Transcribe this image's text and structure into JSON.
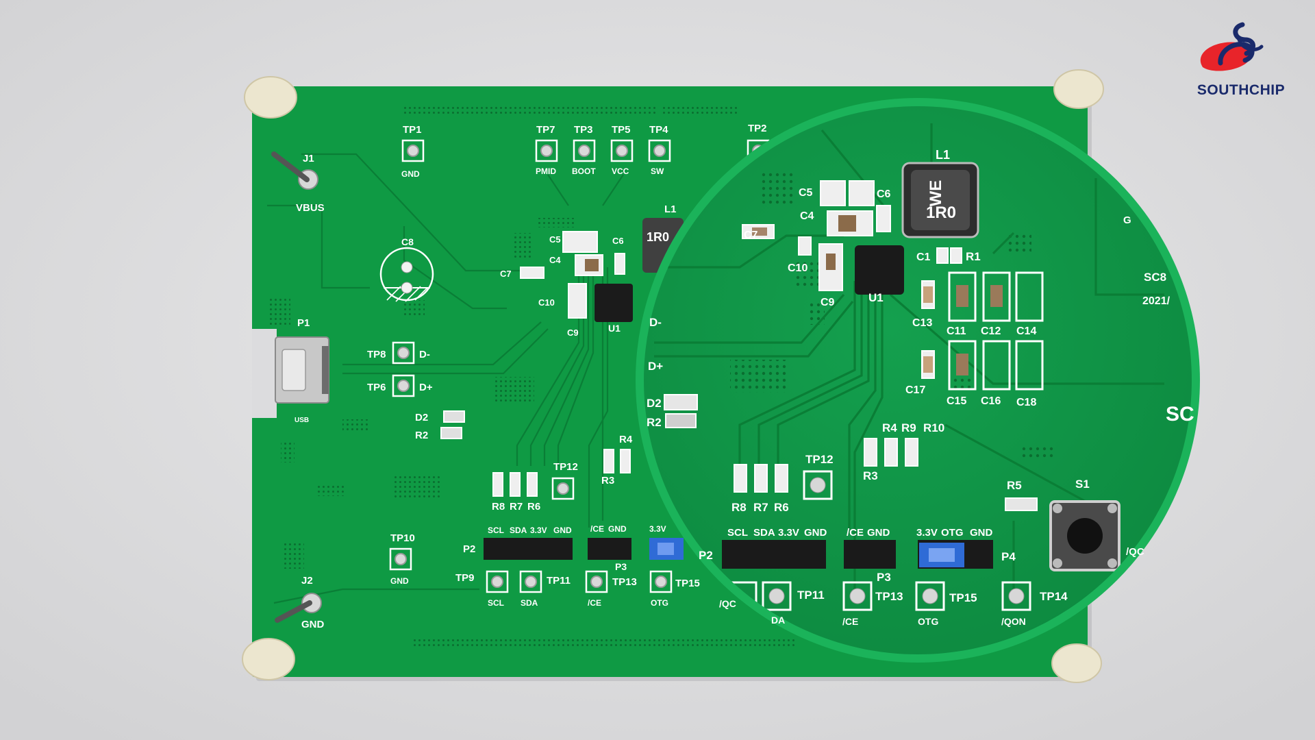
{
  "brand": {
    "name": "SOUTHCHIP",
    "color_red": "#e8242a",
    "color_blue": "#1a2a6b"
  },
  "colors": {
    "pcb": "#0f9a44",
    "pcb_dark": "#0b7d36",
    "lens": "#149a4c",
    "lens_ring": "#1bb35a",
    "backdrop": "#dcdcde"
  },
  "board": {
    "j1": "J1",
    "vbus": "VBUS",
    "j2": "J2",
    "gnd": "GND",
    "p1": "P1",
    "usb": "USB",
    "c8": "C8",
    "tp1": "TP1",
    "tp1_sub": "GND",
    "tp7": "TP7",
    "tp7_sub": "PMID",
    "tp3": "TP3",
    "tp3_sub": "BOOT",
    "tp5": "TP5",
    "tp5_sub": "VCC",
    "tp4": "TP4",
    "tp4_sub": "SW",
    "tp2": "TP2",
    "l1": "L1",
    "l1_mark": "1R0",
    "c5": "C5",
    "c6": "C6",
    "c4": "C4",
    "c7": "C7",
    "c10": "C10",
    "c9": "C9",
    "u1": "U1",
    "tp8": "TP8",
    "dminus": "D-",
    "tp6": "TP6",
    "dplus": "D+",
    "d2": "D2",
    "r2": "R2",
    "r8": "R8",
    "r7": "R7",
    "r6": "R6",
    "r4": "R4",
    "r3": "R3",
    "tp12": "TP12",
    "tp10": "TP10",
    "tp10_sub": "GND",
    "hdr_scl": "SCL",
    "hdr_sda": "SDA",
    "hdr_33": "3.3V",
    "hdr_gnd": "GND",
    "p2": "P2",
    "hdr_ce": "/CE",
    "hdr_ce_gnd": "GND",
    "p3": "P3",
    "hdr_33b": "3.3V",
    "tp9": "TP9",
    "tp9_sub": "SCL",
    "tp11": "TP11",
    "tp11_sub": "SDA",
    "tp13": "TP13",
    "tp13_sub": "/CE",
    "tp15": "TP15",
    "tp15_sub": "OTG"
  },
  "lens": {
    "l1": "L1",
    "l1_mark_a": "WE",
    "l1_mark_b": "1R0",
    "c5": "C5",
    "c6": "C6",
    "c4": "C4",
    "c7": "C7",
    "c10": "C10",
    "c9": "C9",
    "u1": "U1",
    "c1": "C1",
    "r1": "R1",
    "c13": "C13",
    "c11": "C11",
    "c12": "C12",
    "c14": "C14",
    "c17": "C17",
    "c15": "C15",
    "c16": "C16",
    "c18": "C18",
    "sc_partial": "SC8",
    "date_partial": "2021/",
    "sc_big": "SC",
    "dminus": "D-",
    "dplus": "D+",
    "d2": "D2",
    "r2": "R2",
    "r4": "R4",
    "r9": "R9",
    "r10": "R10",
    "r3": "R3",
    "r8": "R8",
    "r7": "R7",
    "r6": "R6",
    "tp12": "TP12",
    "r5": "R5",
    "s1": "S1",
    "p2": "P2",
    "hdr_scl": "SCL",
    "hdr_sda": "SDA",
    "hdr_33": "3.3V",
    "hdr_gnd": "GND",
    "hdr_ce": "/CE",
    "hdr_ce_gnd": "GND",
    "p3": "P3",
    "hdr_33b": "3.3V",
    "hdr_otg": "OTG",
    "hdr_gnd2": "GND",
    "p4": "P4",
    "tp11": "TP11",
    "tp13": "TP13",
    "tp13_sub": "/CE",
    "tp15": "TP15",
    "tp15_sub": "OTG",
    "tp14": "TP14",
    "tp14_sub": "/QON",
    "qon_partial": "/QC",
    "qon_left": "/QC",
    "sda_partial": "DA",
    "g_partial": "G"
  }
}
